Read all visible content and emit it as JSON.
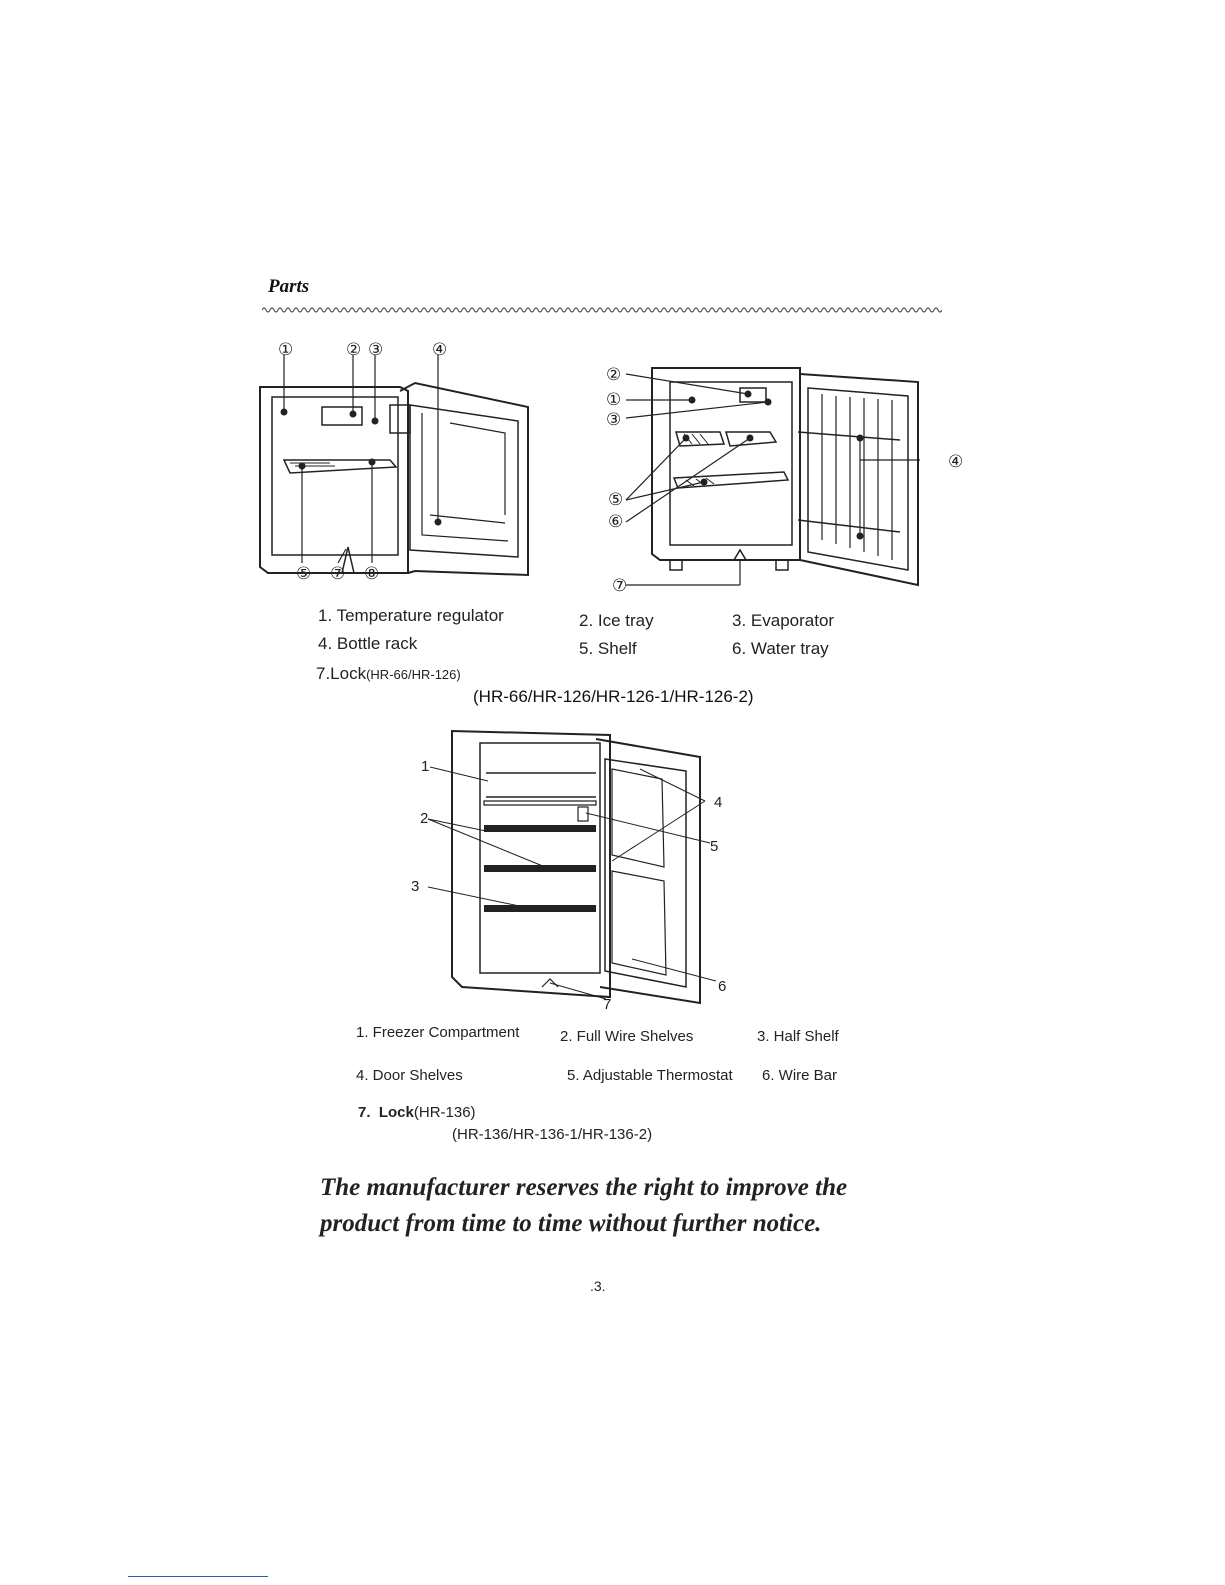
{
  "section_title": "Parts",
  "fig1": {
    "callouts": [
      "①",
      "②",
      "③",
      "④",
      "⑤",
      "⑦",
      "⑧"
    ],
    "parts_a": [
      "1. Temperature regulator",
      "4. Bottle rack"
    ],
    "lock_label": "7.Lock",
    "lock_models": "(HR-66/HR-126)",
    "parts_b": [
      "2. Ice tray",
      "5. Shelf"
    ],
    "parts_c": [
      "3. Evaporator",
      "6. Water tray"
    ],
    "models": "(HR-66/HR-126/HR-126-1/HR-126-2)"
  },
  "fig2": {
    "callouts": [
      "②",
      "①",
      "③",
      "⑤",
      "⑥",
      "⑦",
      "④"
    ]
  },
  "fig3": {
    "callouts": [
      "1",
      "2",
      "3",
      "4",
      "5",
      "6",
      "7"
    ],
    "parts": {
      "p1": "1. Freezer Compartment",
      "p2": "2. Full Wire Shelves",
      "p3": "3. Half Shelf",
      "p4": "4. Door  Shelves",
      "p5": "5. Adjustable Thermostat",
      "p6": "6. Wire Bar"
    },
    "lock_num": "7.",
    "lock_label": "Lock",
    "lock_models": "(HR-136)",
    "models": "(HR-136/HR-136-1/HR-136-2)"
  },
  "notice_line1": "The manufacturer reserves the right to improve the",
  "notice_line2": "product from time to time without further notice.",
  "page_number": ".3."
}
